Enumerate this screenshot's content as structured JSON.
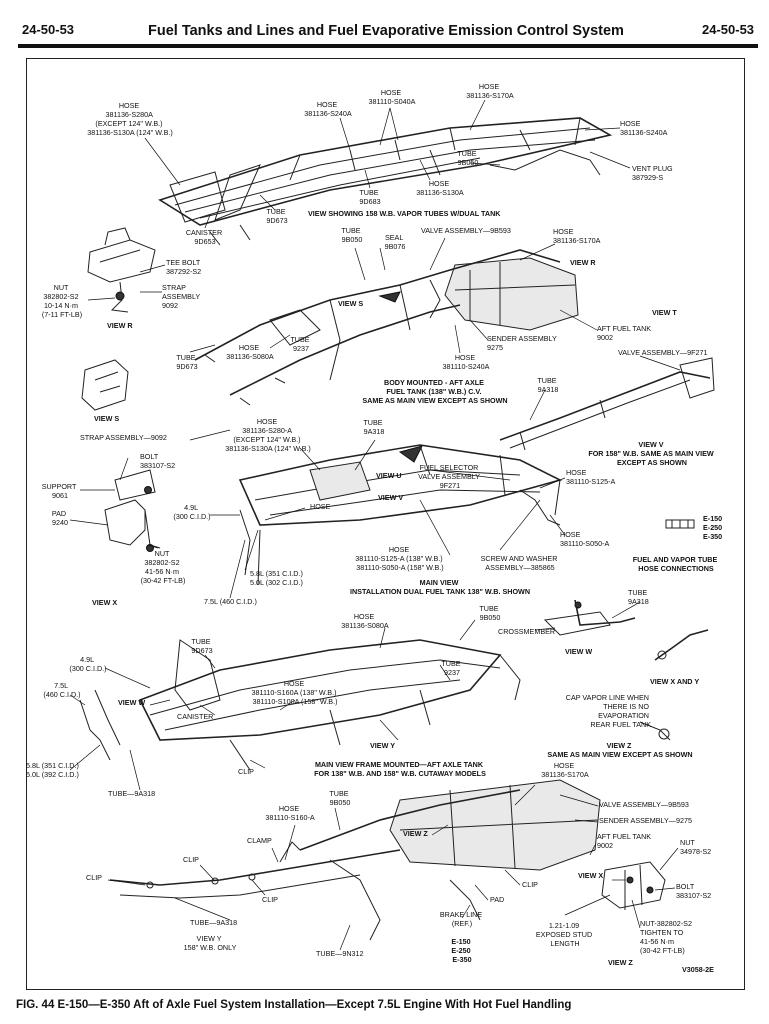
{
  "header": {
    "page_left": "24-50-53",
    "title": "Fuel Tanks and Lines and Fuel Evaporative Emission Control System",
    "page_right": "24-50-53"
  },
  "caption": "FIG. 44 E-150—E-350 Aft of Axle Fuel System Installation—Except 7.5L Engine With Hot Fuel Handling",
  "labels": {
    "top_left_hose": [
      "HOSE",
      "381136-S280A",
      "(EXCEPT 124\" W.B.)",
      "381136-S130A (124\" W.B.)"
    ],
    "top_hose_240": [
      "HOSE",
      "381136-S240A"
    ],
    "top_hose_040": [
      "HOSE",
      "381110-S040A"
    ],
    "top_hose_170": [
      "HOSE",
      "381136-S170A"
    ],
    "top_right_hose": [
      "HOSE",
      "381136-S240A"
    ],
    "top_tube_050": [
      "TUBE",
      "9B050"
    ],
    "vent_plug": [
      "VENT PLUG",
      "387929-S"
    ],
    "top_tube_683": [
      "TUBE",
      "9D683"
    ],
    "top_hose_130": [
      "HOSE",
      "381136-S130A"
    ],
    "canister_top": [
      "CANISTER",
      "9D653"
    ],
    "tube_673_top": [
      "TUBE",
      "9D673"
    ],
    "view_158": "VIEW SHOWING 158 W.B. VAPOR TUBES W/DUAL TANK",
    "tee_bolt": [
      "TEE BOLT",
      "387292-S2"
    ],
    "strap_assy_r": [
      "STRAP",
      "ASSEMBLY",
      "9092"
    ],
    "nut_r": [
      "NUT",
      "382802-S2",
      "10-14 N·m",
      "(7-11 FT-LB)"
    ],
    "view_r_small": "VIEW R",
    "tube_050_mid": [
      "TUBE",
      "9B050"
    ],
    "seal": [
      "SEAL",
      "9B076"
    ],
    "valve_593": "VALVE ASSEMBLY—9B593",
    "hose_170_mid": [
      "HOSE",
      "381136-S170A"
    ],
    "view_r_arrow": "VIEW R",
    "view_s_arrow": "VIEW S",
    "view_t": "VIEW T",
    "aft_tank_mid": [
      "AFT FUEL TANK",
      "9002"
    ],
    "sender_mid": [
      "SENDER ASSEMBLY",
      "9275"
    ],
    "valve_271": "VALVE ASSEMBLY—9F271",
    "tube_9d673_mid": [
      "TUBE",
      "9D673"
    ],
    "hose_080_mid": [
      "HOSE",
      "381136-S080A"
    ],
    "tube_237_mid": [
      "TUBE",
      "9237"
    ],
    "hose_240_mid": [
      "HOSE",
      "381110-S240A"
    ],
    "body_mounted": [
      "BODY MOUNTED - AFT AXLE",
      "FUEL TANK (138\" W.B.) C.V.",
      "SAME AS MAIN VIEW EXCEPT AS SHOWN"
    ],
    "tube_318_v": [
      "TUBE",
      "9A318"
    ],
    "view_s_small": "VIEW S",
    "view_v": [
      "VIEW V",
      "FOR 158\" W.B. SAME AS MAIN VIEW",
      "EXCEPT AS SHOWN"
    ],
    "strap_9092": "STRAP ASSEMBLY—9092",
    "bolt_x": [
      "BOLT",
      "383107-S2"
    ],
    "support": [
      "SUPPORT",
      "9061"
    ],
    "pad_x": [
      "PAD",
      "9240"
    ],
    "nut_x": [
      "NUT",
      "382802-S2",
      "41-56 N·m",
      "(30-42 FT-LB)"
    ],
    "view_x_label": "VIEW X",
    "hose_main_top": [
      "HOSE",
      "381136-S280-A",
      "(EXCEPT 124\" W.B.)",
      "381136-S130A (124\" W.B.)"
    ],
    "tube_318_main": [
      "TUBE",
      "9A318"
    ],
    "fuel_selector": [
      "FUEL SELECTOR",
      "VALVE ASSEMBLY",
      "9F271"
    ],
    "view_u": "VIEW U",
    "view_v_arrow": "VIEW V",
    "hose_125": [
      "HOSE",
      "381110-S125-A"
    ],
    "engine_49": [
      "4.9L",
      "(300 C.I.D.)"
    ],
    "hose_main_mid": "HOSE",
    "hose_050a": [
      "HOSE",
      "381110-S050-A"
    ],
    "e_series_r": [
      "E-150",
      "E-250",
      "E-350"
    ],
    "fuel_vapor_conn": [
      "FUEL AND VAPOR TUBE",
      "HOSE CONNECTIONS"
    ],
    "engine_58": [
      "5.8L (351 C.I.D.)",
      "5.0L (302 C.I.D.)"
    ],
    "engine_75": "7.5L (460 C.I.D.)",
    "hose_main_low": [
      "HOSE",
      "381110-S125-A (138\" W.B.)",
      "381110-S050-A (158\" W.B.)"
    ],
    "screw_washer": [
      "SCREW AND WASHER",
      "ASSEMBLY—385865"
    ],
    "main_view": [
      "MAIN VIEW",
      "INSTALLATION DUAL FUEL TANK 138\" W.B. SHOWN"
    ],
    "tube_318_w": [
      "TUBE",
      "9A318"
    ],
    "crossmember": "CROSSMEMBER",
    "view_w": "VIEW W",
    "hose_080_low": [
      "HOSE",
      "381136-S080A"
    ],
    "tube_050_low": [
      "TUBE",
      "9B050"
    ],
    "tube_673_low": [
      "TUBE",
      "9D673"
    ],
    "engine_49_low": [
      "4.9L",
      "(300 C.I.D.)"
    ],
    "engine_75_low": [
      "7.5L",
      "(460 C.I.D.)"
    ],
    "view_w_arrow": "VIEW W",
    "canister_low": "CANISTER",
    "hose_160": [
      "HOSE",
      "381110-S160A (138\" W.B.)",
      "381110-S100A (158\" W.B.)"
    ],
    "tube_237_low": [
      "TUBE",
      "9237"
    ],
    "view_x_and_y": "VIEW X AND Y",
    "cap_vapor": [
      "CAP VAPOR LINE WHEN",
      "THERE IS NO",
      "EVAPORATION",
      "REAR FUEL TANK"
    ],
    "view_y_arrow": "VIEW Y",
    "view_z": [
      "VIEW Z",
      "SAME AS MAIN VIEW EXCEPT AS SHOWN"
    ],
    "engine_58_low": [
      "5.8L (351 C.I.D.)",
      "5.0L (392 C.I.D.)"
    ],
    "clip_low": "CLIP",
    "frame_mounted": [
      "MAIN VIEW FRAME MOUNTED—AFT AXLE TANK",
      "FOR 138\" W.B. AND 158\" W.B. CUTAWAY MODELS"
    ],
    "hose_170_low": [
      "HOSE",
      "381136-S170A"
    ],
    "tube_9a318_left": "TUBE—9A318",
    "tube_050_bot": [
      "TUBE",
      "9B050"
    ],
    "hose_160_bot": [
      "HOSE",
      "381110-S160-A"
    ],
    "valve_593_bot": "VALVE ASSEMBLY—9B593",
    "sender_bot": "SENDER ASSEMBLY—9275",
    "aft_tank_bot": [
      "AFT FUEL TANK",
      "9002"
    ],
    "view_z_arrow": "VIEW Z",
    "nut_978": [
      "NUT",
      "34978-S2"
    ],
    "clamp": "CLAMP",
    "clip_a": "CLIP",
    "clip_b": "CLIP",
    "clip_c": "CLIP",
    "clip_d": "CLIP",
    "view_x_arrow": "VIEW X",
    "bolt_z": [
      "BOLT",
      "383107-S2"
    ],
    "pad_z": "PAD",
    "tube_318_bot": "TUBE—9A318",
    "view_y_bot": [
      "VIEW Y",
      "158\" W.B. ONLY"
    ],
    "brake_line": [
      "BRAKE LINE",
      "(REF.)"
    ],
    "e_series_b": [
      "E-150",
      "E-250",
      "E-350"
    ],
    "stud": [
      "1.21-1.09",
      "EXPOSED STUD",
      "LENGTH"
    ],
    "nut_z": [
      "NUT-382802-S2",
      "TIGHTEN TO",
      "41-56 N·m",
      "(30-42 FT-LB)"
    ],
    "tube_312": "TUBE—9N312",
    "view_z_bot": "VIEW Z",
    "code": "V3058-2E"
  }
}
